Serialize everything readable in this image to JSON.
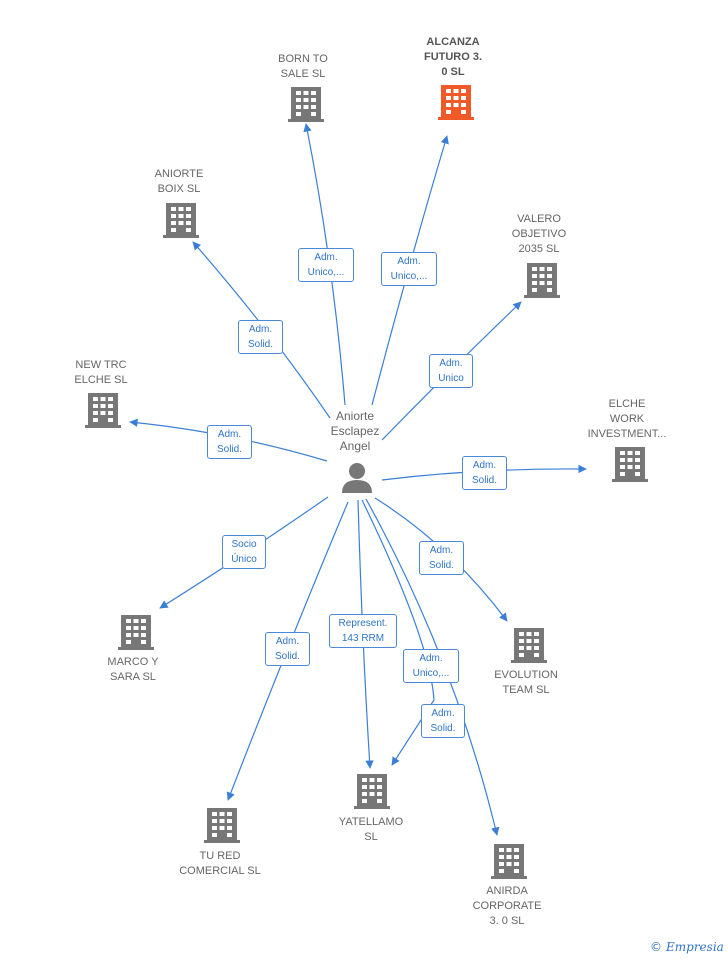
{
  "colors": {
    "edge": "#3a7fd5",
    "building": "#777777",
    "highlight": "#f05a28",
    "person": "#777777"
  },
  "center": {
    "label": "Aniorte\nEsclapez\nAngel",
    "icon": "person-icon"
  },
  "nodes": [
    {
      "id": "born-to-sale",
      "label": "BORN TO\nSALE  SL",
      "highlight": false
    },
    {
      "id": "alcanza-futuro",
      "label": "ALCANZA\nFUTURO 3.\n0  SL",
      "highlight": true
    },
    {
      "id": "aniorte-boix",
      "label": "ANIORTE\nBOIX SL",
      "highlight": false
    },
    {
      "id": "valero-objetivo",
      "label": "VALERO\nOBJETIVO\n2035  SL",
      "highlight": false
    },
    {
      "id": "new-trc-elche",
      "label": "NEW TRC\nELCHE  SL",
      "highlight": false
    },
    {
      "id": "elche-work",
      "label": "ELCHE\nWORK\nINVESTMENT...",
      "highlight": false
    },
    {
      "id": "marco-y-sara",
      "label": "MARCO Y\nSARA  SL",
      "highlight": false
    },
    {
      "id": "evolution-team",
      "label": "EVOLUTION\nTEAM  SL",
      "highlight": false
    },
    {
      "id": "yatellamo",
      "label": "YATELLAMO\nSL",
      "highlight": false
    },
    {
      "id": "tu-red-comercial",
      "label": "TU RED\nCOMERCIAL SL",
      "highlight": false
    },
    {
      "id": "anirda-corporate",
      "label": "ANIRDA\nCORPORATE\n3. 0  SL",
      "highlight": false
    }
  ],
  "edges": [
    {
      "id": "born-to-sale",
      "label": "Adm.\nUnico,..."
    },
    {
      "id": "alcanza-futuro",
      "label": "Adm.\nUnico,..."
    },
    {
      "id": "aniorte-boix",
      "label": "Adm.\nSolid."
    },
    {
      "id": "valero-objetivo",
      "label": "Adm.\nUnico"
    },
    {
      "id": "new-trc-elche",
      "label": "Adm.\nSolid."
    },
    {
      "id": "elche-work",
      "label": "Adm.\nSolid."
    },
    {
      "id": "marco-y-sara",
      "label": "Socio\nÚnico"
    },
    {
      "id": "evolution-team",
      "label": "Adm.\nSolid."
    },
    {
      "id": "yatellamo-represent",
      "label": "Represent.\n143 RRM"
    },
    {
      "id": "yatellamo-adm",
      "label": "Adm.\nSolid."
    },
    {
      "id": "tu-red-comercial",
      "label": "Adm.\nSolid."
    },
    {
      "id": "anirda-corporate",
      "label": "Adm.\nUnico,..."
    }
  ],
  "brand": {
    "copyright": "©",
    "name": "Empresia"
  }
}
